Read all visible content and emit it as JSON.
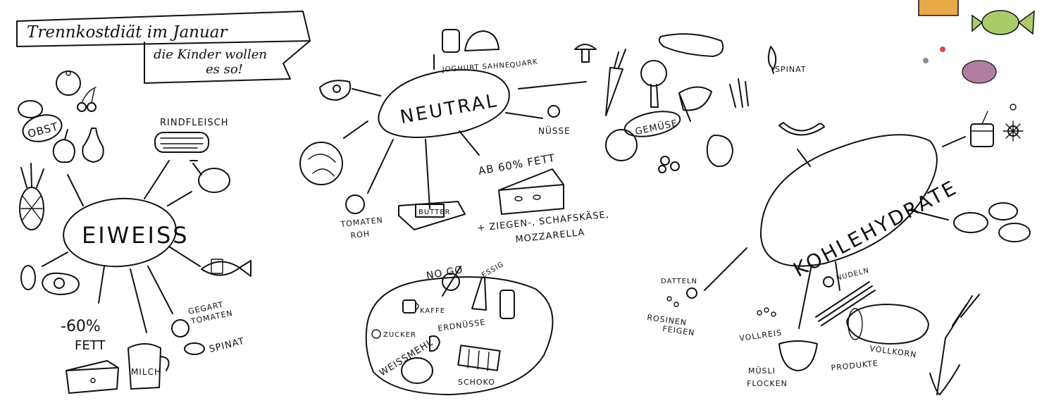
{
  "title": {
    "line1": "Trennkostdiät im Januar",
    "line2": "die Kinder wollen",
    "line3": "es so!"
  },
  "hubs": {
    "eiweiss": "EIWEISS",
    "neutral": "NEUTRAL",
    "kohlenhydrate": "KOHLEHYDRATE"
  },
  "eiweiss_labels": {
    "obst": "OBST",
    "rindfleisch": "RINDFLEISCH",
    "fett_line1": "-60%",
    "fett_line2": "FETT",
    "milch": "MILCH",
    "gegart_line1": "GEGART",
    "gegart_line2": "TOMATEN",
    "spinat": "SPINAT"
  },
  "neutral_labels": {
    "joghurt": "JOGHURT SAHNE",
    "quark": "QUARK",
    "nuesse": "NÜSSE",
    "fett": "AB 60% FETT",
    "kaese_line1": "+ ZIEGEN-, SCHAFSKÄSE,",
    "kaese_line2": "MOZZARELLA",
    "tomaten_line1": "TOMATEN",
    "tomaten_line2": "ROH",
    "butter": "BUTTER",
    "gemuese": "GEMÜSE",
    "spinat": "SPINAT"
  },
  "nogo": {
    "title": "NO GO",
    "essig": "ESSIG",
    "kaffee": "KAFFE",
    "zucker": "ZUCKER",
    "erdnuesse": "ERDNÜSSE",
    "weissmehl": "WEISSMEHL",
    "schoko": "SCHOKO"
  },
  "kh_labels": {
    "datteln": "DATTELN",
    "rosinen_line1": "ROSINEN",
    "rosinen_line2": "FEIGEN",
    "vollreis": "VOLLREIS",
    "nudeln": "NUDELN",
    "muesli_line1": "MÜSLI",
    "muesli_line2": "FLOCKEN",
    "vollkorn_line1": "VOLLKORN",
    "vollkorn_line2": "PRODUKTE"
  },
  "icons": [
    "orange-icon",
    "lemon-icon",
    "cherry-icon",
    "apple-icon",
    "pear-icon",
    "pineapple-icon",
    "steak-icon",
    "chicken-leg-icon",
    "egg-icon",
    "fish-icon",
    "cheese-icon",
    "milk-jug-icon",
    "tomato-icon",
    "spinach-icon",
    "yogurt-cup-icon",
    "cream-icon",
    "avocado-icon",
    "nut-icon",
    "cabbage-icon",
    "butter-icon",
    "cheese-wedge-icon",
    "mushroom-icon",
    "cucumber-icon",
    "carrot-icon",
    "broccoli-icon",
    "spinach-leaf-icon",
    "beans-icon",
    "pepper-icon",
    "onion-icon",
    "banana-icon",
    "honey-jar-icon",
    "flower-icon",
    "potatoes-icon",
    "wheat-icon",
    "bread-icon",
    "noodles-icon",
    "bowl-icon",
    "coffee-cup-icon",
    "vinegar-bottle-icon",
    "sugar-icon",
    "peanut-icon",
    "bread-roll-icon",
    "chocolate-icon",
    "orange-block-icon",
    "candy-icon",
    "plum-icon",
    "berry-icon"
  ],
  "colors": {
    "ink": "#111111",
    "orange_block": "#e9a84a",
    "candy_green": "#a9cc6a",
    "plum": "#b07ea0",
    "berry_red": "#d84a4a",
    "berry_gray": "#8a8f86"
  }
}
